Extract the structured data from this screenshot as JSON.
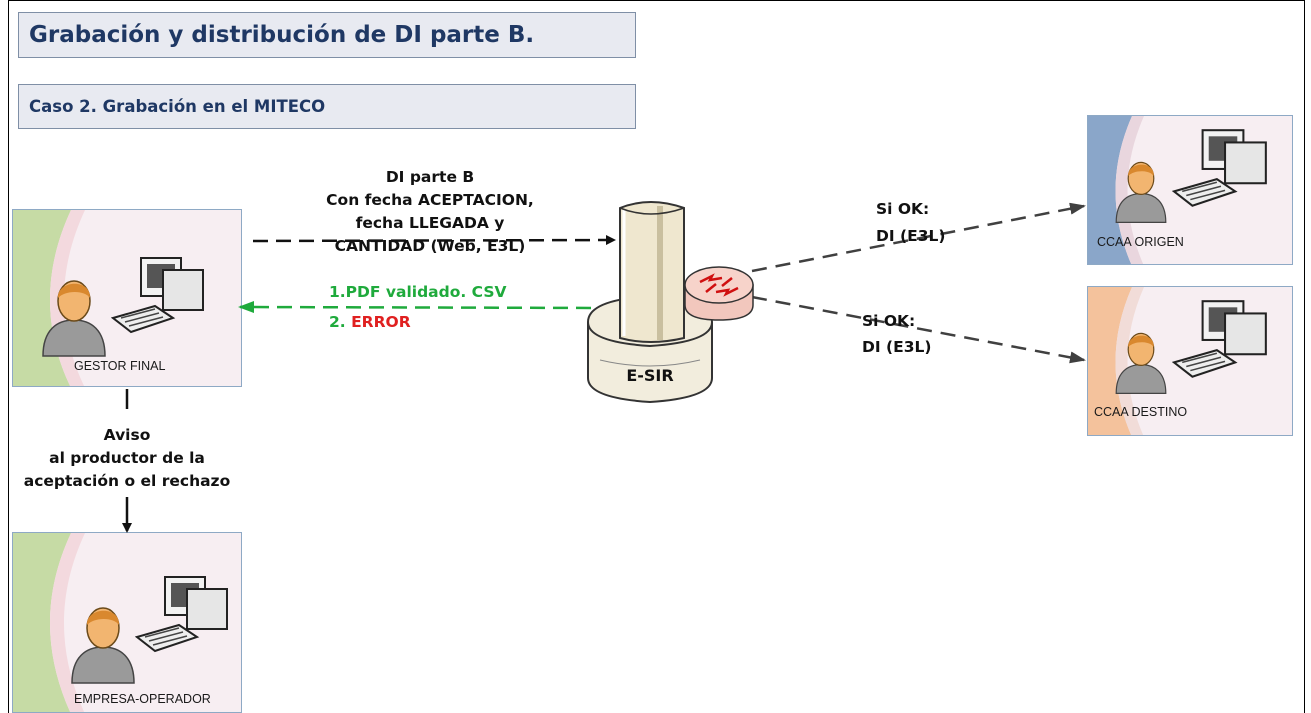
{
  "title": "Grabación y distribución de DI parte B.",
  "subtitle": "Caso 2. Grabación en el MITECO",
  "nodes": {
    "gestor": "GESTOR FINAL",
    "empresa": "EMPRESA-OPERADOR",
    "origen": "CCAA ORIGEN",
    "destino": "CCAA DESTINO",
    "server": "E-SIR"
  },
  "messages": {
    "request": [
      "DI parte B",
      "Con fecha ACEPTACION,",
      "fecha LLEGADA y",
      "CANTIDAD (Web, E3L)"
    ],
    "response_ok": "1.PDF validado. CSV",
    "response_error_prefix": "2. ",
    "response_error": "ERROR",
    "to_origen": [
      "Si OK:",
      "DI (E3L)"
    ],
    "to_destino": [
      "Si OK:",
      "DI (E3L)"
    ],
    "notice": [
      "Aviso",
      "al productor de la",
      "aceptación o el rechazo"
    ]
  },
  "colors": {
    "title_text": "#1f3864",
    "title_bg": "#e8eaf1",
    "ok_green": "#1faa3c",
    "error_red": "#e02020",
    "origen_bg": "#8aa6c9",
    "destino_bg": "#f4c29c",
    "actor_band": "#c6dba5"
  },
  "icons": [
    "user-icon",
    "computer-icon",
    "server-tower-icon",
    "router-icon"
  ]
}
